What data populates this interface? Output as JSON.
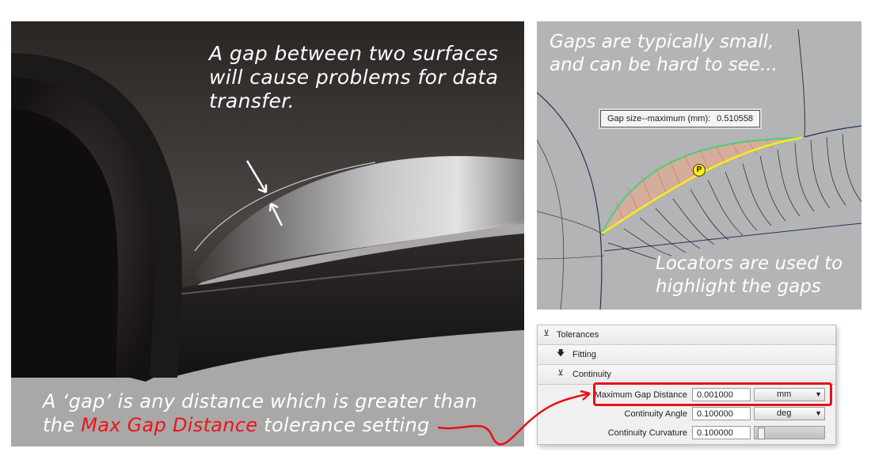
{
  "left_panel": {
    "callout_lines": [
      "A gap between two surfaces",
      "will cause problems for data",
      "transfer."
    ]
  },
  "bottom_caption": {
    "line1": "A ‘gap’ is any distance which is greater than",
    "line2_before": "the ",
    "line2_highlight": "Max Gap Distance",
    "line2_after": " tolerance setting"
  },
  "zoom_panel": {
    "title_lines": [
      "Gaps are typically small,",
      "and can be hard to see..."
    ],
    "readout_label": "Gap size--maximum (mm):",
    "readout_value": "0.510558",
    "locator_label": "P",
    "footer_lines": [
      "Locators are used to",
      "highlight the gaps"
    ]
  },
  "tolerances": {
    "header": "Tolerances",
    "fitting": "Fitting",
    "continuity": "Continuity",
    "params": [
      {
        "label": "Maximum Gap Distance",
        "value": "0.001000",
        "unit": "mm"
      },
      {
        "label": "Continuity Angle",
        "value": "0.100000",
        "unit": "deg"
      },
      {
        "label": "Continuity Curvature",
        "value": "0.100000"
      }
    ]
  },
  "colors": {
    "highlight_red": "#e4111a",
    "locator_yellow": "#ffef0a",
    "gap_green": "#46d07a",
    "gap_curve_yellow": "#f4ee1c"
  },
  "icons": {
    "collapse": "expanded-section-icon",
    "expand": "collapsed-arrow-icon",
    "dropdown": "chevron-down-icon"
  }
}
